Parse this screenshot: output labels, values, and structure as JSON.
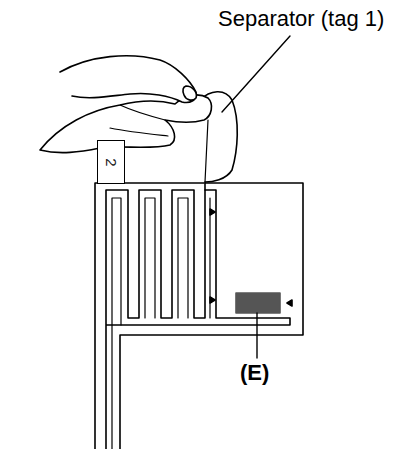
{
  "diagram": {
    "nodes": [
      {
        "text": [
          "2"
        ]
      }
    ],
    "labels": [
      "Separator (tag 1)",
      "(E)"
    ]
  }
}
